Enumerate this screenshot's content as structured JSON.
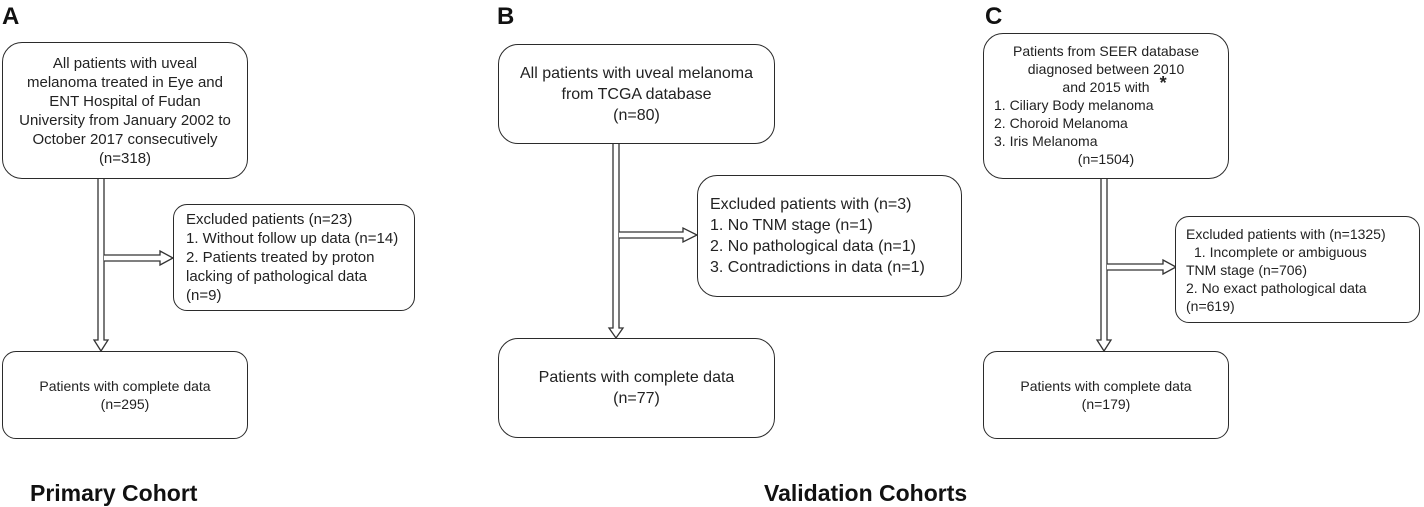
{
  "panels": {
    "a": {
      "letter": "A",
      "start": [
        "All patients with uveal",
        "melanoma treated in Eye and",
        "ENT Hospital of Fudan",
        "University from January 2002 to",
        "October 2017 consecutively",
        "(n=318)"
      ],
      "excluded": [
        "Excluded patients (n=23)",
        "1. Without follow up data (n=14)",
        "2. Patients treated by proton",
        "lacking of pathological data",
        " (n=9)"
      ],
      "final": [
        "Patients with complete data",
        "(n=295)"
      ]
    },
    "b": {
      "letter": "B",
      "start": [
        "All patients with uveal melanoma",
        "from TCGA database",
        "(n=80)"
      ],
      "excluded": [
        "Excluded patients with (n=3)",
        "1. No TNM stage (n=1)",
        "2. No pathological data (n=1)",
        "3. Contradictions in data (n=1)"
      ],
      "final": [
        "Patients with complete data",
        "(n=77)"
      ]
    },
    "c": {
      "letter": "C",
      "start": [
        "Patients from SEER database",
        "diagnosed between 2010",
        "and 2015 with"
      ],
      "start_mark": "*",
      "start_list": [
        "1. Ciliary Body melanoma",
        "2. Choroid Melanoma",
        "3. Iris Melanoma"
      ],
      "start_n": "(n=1504)",
      "excluded": [
        "Excluded patients with (n=1325)",
        "1. Incomplete or ambiguous",
        "TNM stage (n=706)",
        "2. No exact pathological data",
        "(n=619)"
      ],
      "final": [
        "Patients with complete data",
        "(n=179)"
      ]
    }
  },
  "cohorts": {
    "primary": "Primary Cohort",
    "validation": "Validation Cohorts"
  }
}
